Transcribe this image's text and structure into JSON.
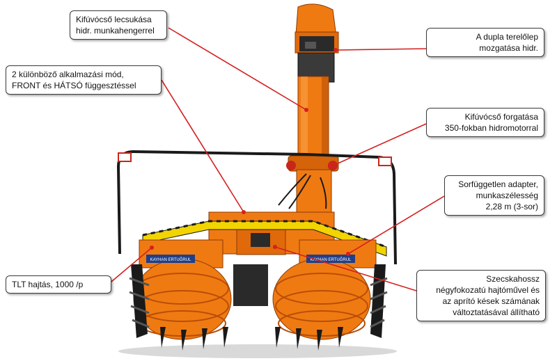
{
  "colors": {
    "leader": "#d42020",
    "machine": "#f07a12",
    "machine_dark": "#b84e06",
    "machine_shadow": "#8a3a06",
    "frame": "#1a1a1a",
    "hazard_yellow": "#f2d400",
    "plate_blue": "#1f3f8a"
  },
  "brand_plate_text": "KAYHAN ERTUĞRUL",
  "callouts": [
    {
      "id": "c1",
      "lines": [
        "Kifúvócső lecsukása",
        "hidr. munkahengerrel"
      ]
    },
    {
      "id": "c2",
      "lines": [
        "A dupla terelőlep",
        "mozgatása hidr."
      ]
    },
    {
      "id": "c3",
      "lines": [
        "2 különböző alkalmazási mód,",
        "FRONT és  HÁTSÓ függesztéssel"
      ]
    },
    {
      "id": "c4",
      "lines": [
        "Kifúvócső forgatása",
        "350-fokban hidromotorral"
      ]
    },
    {
      "id": "c5",
      "lines": [
        "Sorfüggetlen adapter,",
        "munkaszélesség",
        "2,28 m (3-sor)"
      ]
    },
    {
      "id": "c6",
      "lines": [
        "TLT hajtás, 1000 /p"
      ]
    },
    {
      "id": "c7",
      "lines": [
        "Szecskahossz",
        "négyfokozatú hajtóművel és",
        "az aprító kések számának",
        "változtatásával állítható"
      ]
    }
  ]
}
